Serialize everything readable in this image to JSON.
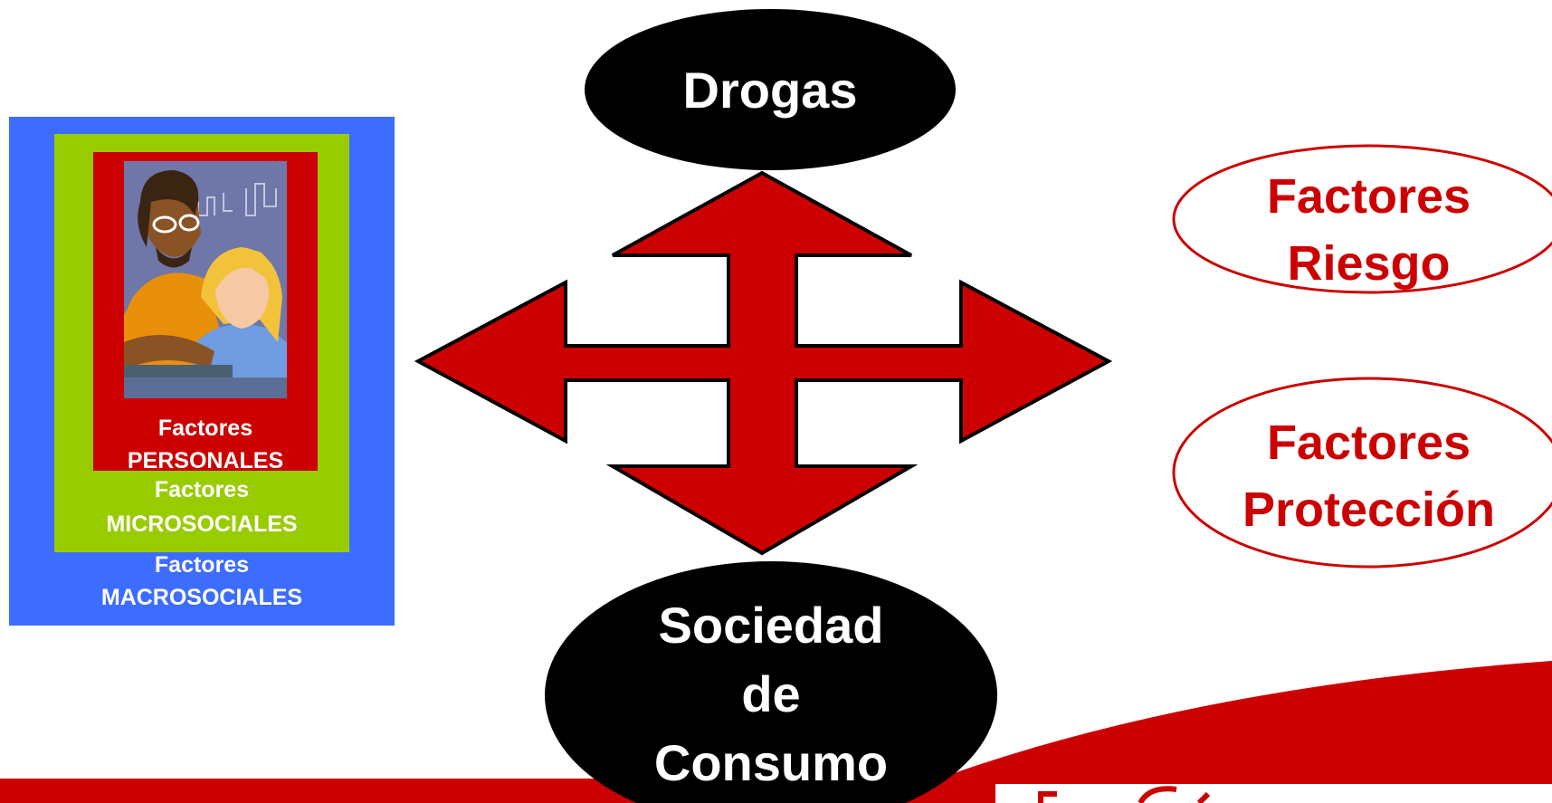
{
  "colors": {
    "macro_blue": "#3d6dff",
    "micro_green": "#99cc00",
    "personal_red": "#cc0000",
    "arrow_red": "#cc0000",
    "oval_black": "#000000",
    "outline_red": "#cc0000",
    "banner_red": "#cc0000"
  },
  "layers": {
    "personal": {
      "line1": "Factores",
      "line2": "PERSONALES"
    },
    "micro": {
      "line1": "Factores",
      "line2": "MICROSOCIALES"
    },
    "macro": {
      "line1": "Factores",
      "line2": "MACROSOCIALES"
    }
  },
  "center": {
    "top_oval": "Drogas",
    "bottom_oval": {
      "line1": "Sociedad",
      "line2": "de",
      "line3": "Consumo"
    }
  },
  "right": {
    "risk": {
      "line1": "Factores",
      "line2": "Riesgo"
    },
    "protection": {
      "line1": "Factores",
      "line2": "Protección"
    }
  },
  "illustration": "two-young-people-cartoon"
}
